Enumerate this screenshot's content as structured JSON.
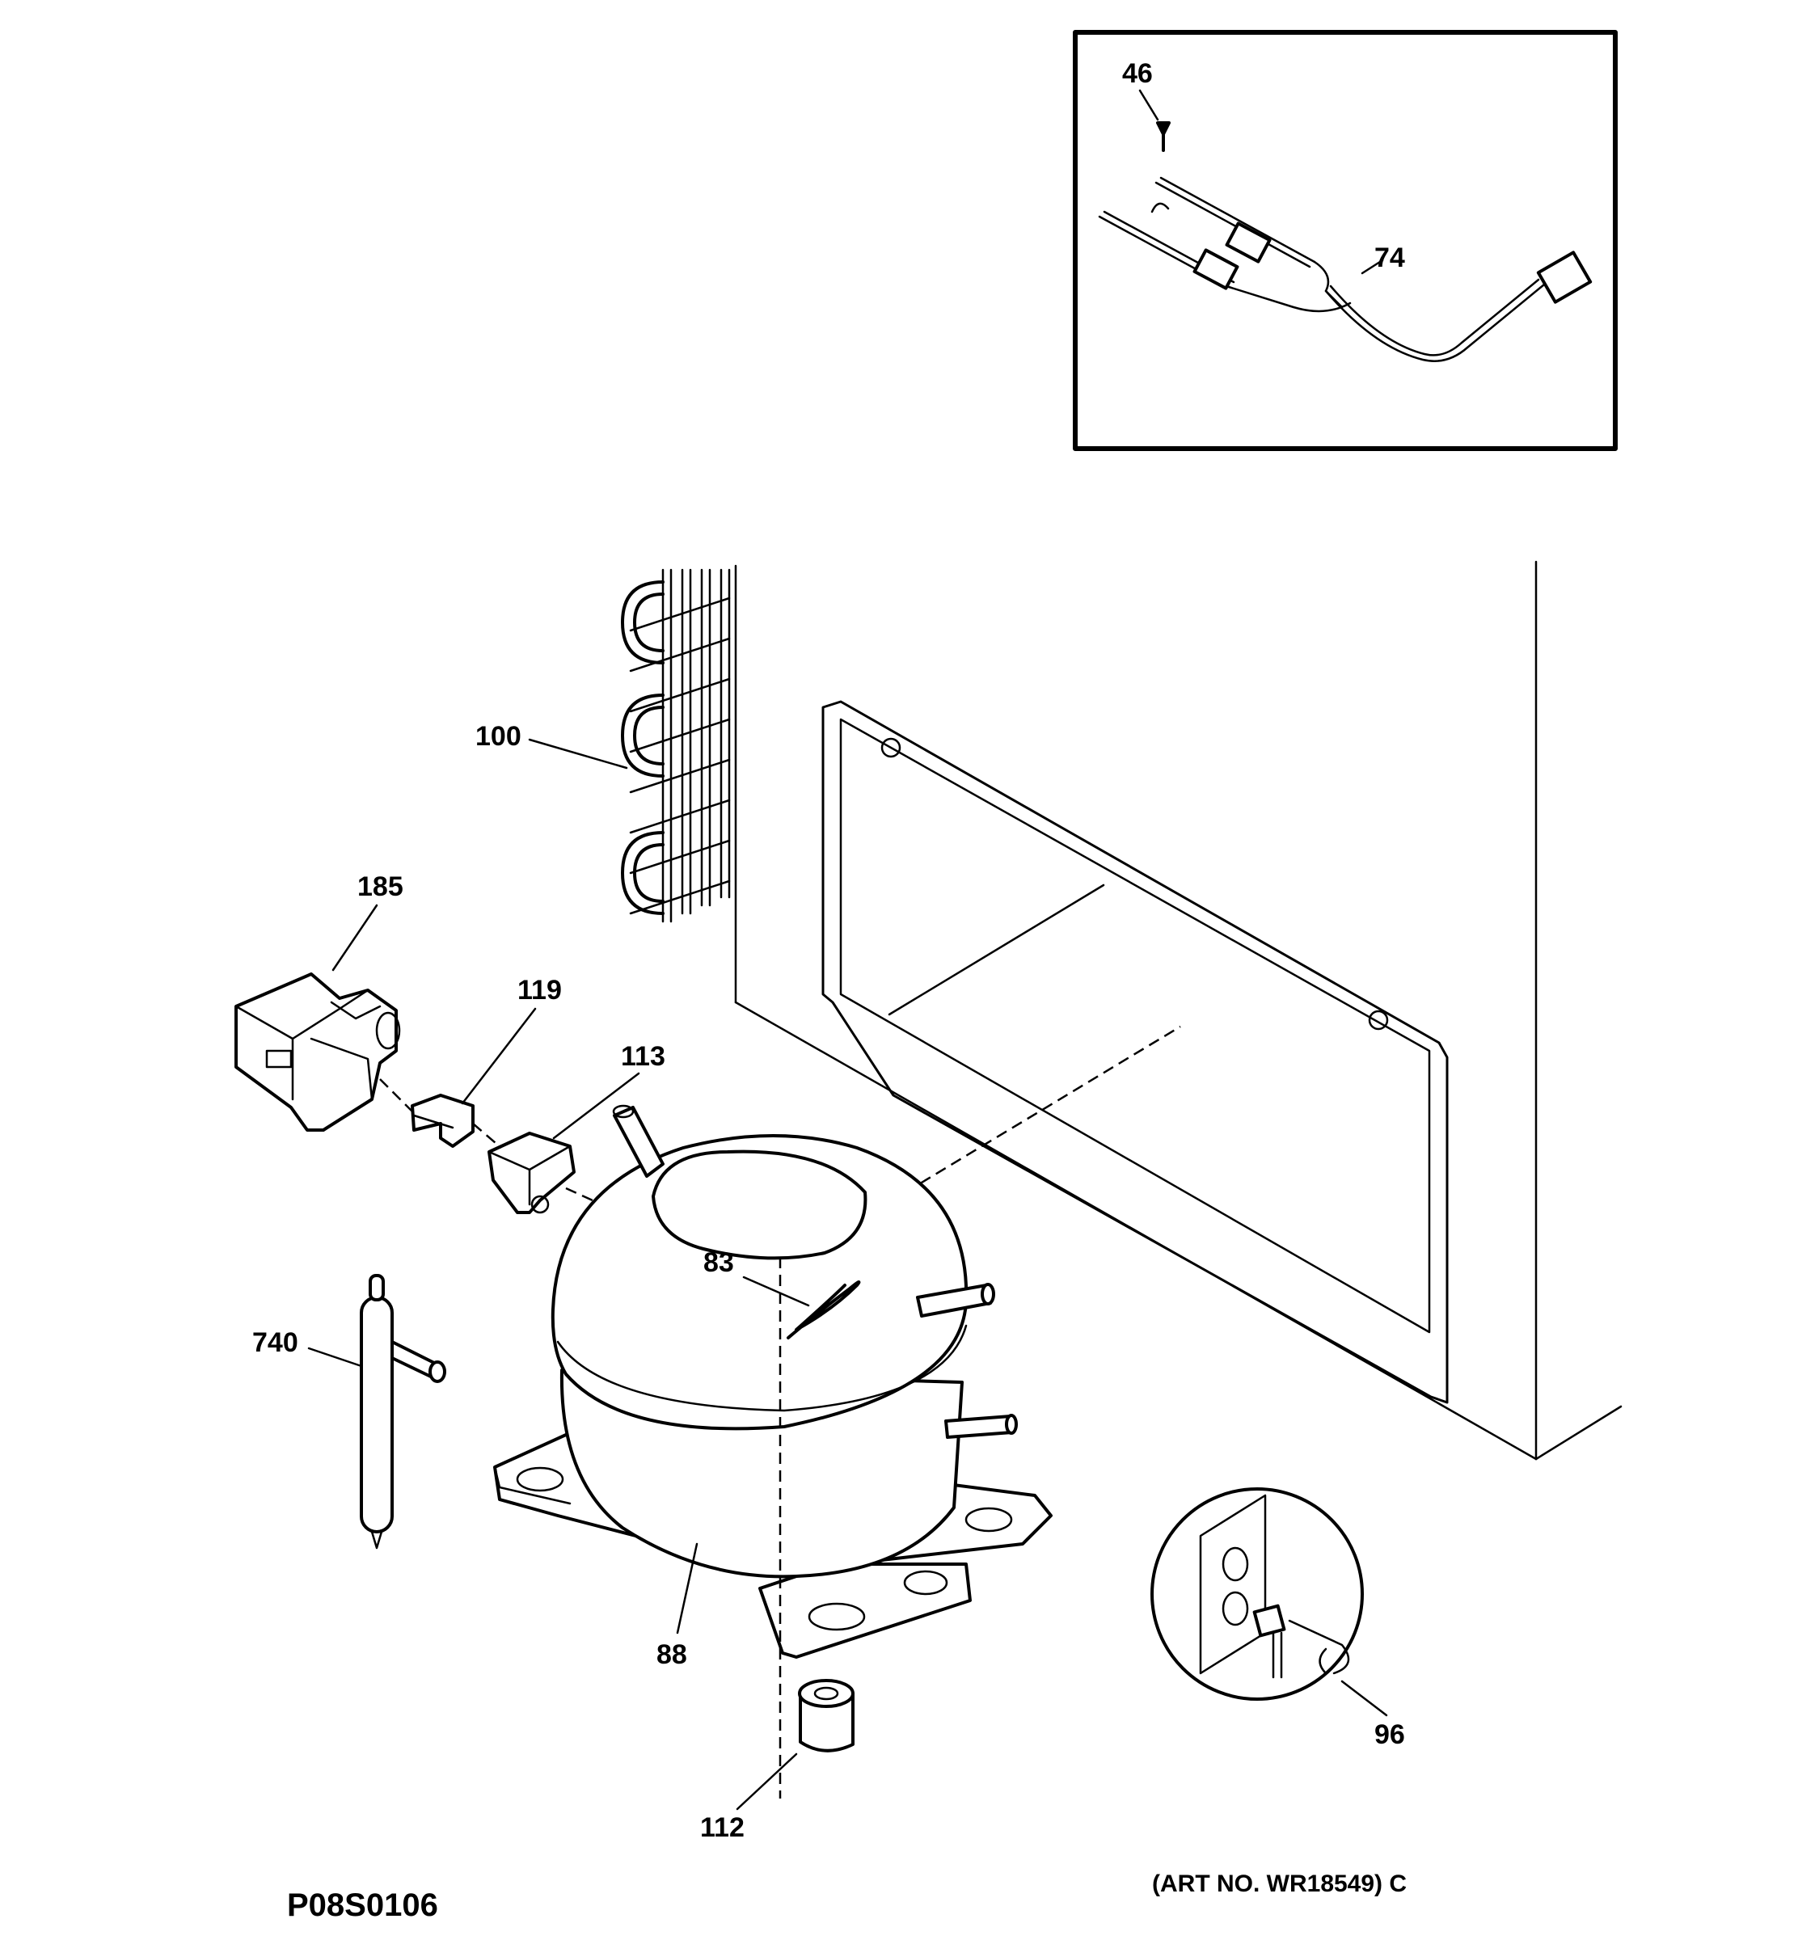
{
  "parts": {
    "p46": "46",
    "p74": "74",
    "p100": "100",
    "p185": "185",
    "p119": "119",
    "p113": "113",
    "p83": "83",
    "p740": "740",
    "p88": "88",
    "p112": "112",
    "p96": "96"
  },
  "footer": {
    "diagram_code": "P08S0106",
    "art_number": "(ART NO. WR18549) C"
  }
}
